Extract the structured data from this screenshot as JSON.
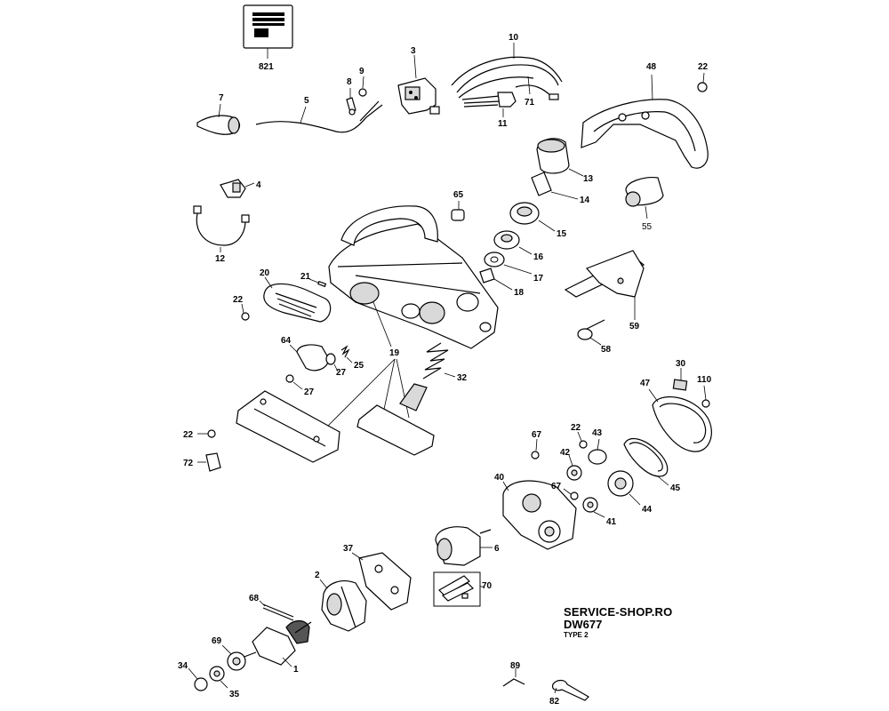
{
  "header": {
    "shop": "SERVICE-SHOP.RO",
    "model": "DW677",
    "type": "TYPE 2"
  },
  "callouts": {
    "p821": "821",
    "p3": "3",
    "p9": "9",
    "p8": "8",
    "p10": "10",
    "p71": "71",
    "p11": "11",
    "p48": "48",
    "p22a": "22",
    "p7": "7",
    "p5": "5",
    "p13": "13",
    "p14": "14",
    "p4": "4",
    "p65": "65",
    "p55": "55",
    "p15": "15",
    "p16": "16",
    "p12": "12",
    "p17": "17",
    "p18": "18",
    "p20": "20",
    "p21": "21",
    "p22b": "22",
    "p59": "59",
    "p58": "58",
    "p64": "64",
    "p19": "19",
    "p25": "25",
    "p27a": "27",
    "p27b": "27",
    "p32": "32",
    "p30": "30",
    "p47": "47",
    "p110": "110",
    "p22c": "22",
    "p72": "72",
    "p67a": "67",
    "p22d": "22",
    "p43": "43",
    "p42": "42",
    "p40": "40",
    "p67b": "67",
    "p45": "45",
    "p44": "44",
    "p41": "41",
    "p6": "6",
    "p37": "37",
    "p2": "2",
    "p70": "70",
    "p68": "68",
    "p69": "69",
    "p1": "1",
    "p34": "34",
    "p35": "35",
    "p89": "89",
    "p82": "82"
  }
}
